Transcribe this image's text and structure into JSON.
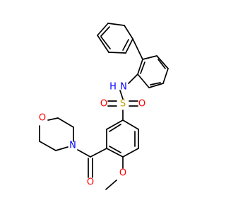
{
  "molecule": {
    "atoms": [
      {
        "symbol": "N",
        "label": "N",
        "color": "#0000ff"
      },
      {
        "symbol": "H",
        "label": "H",
        "color": "#0000ff"
      },
      {
        "symbol": "S",
        "label": "S",
        "color": "#c8a000"
      },
      {
        "symbol": "O",
        "label": "O",
        "color": "#ff0000"
      },
      {
        "symbol": "O",
        "label": "O",
        "color": "#ff0000"
      },
      {
        "symbol": "O",
        "label": "O",
        "color": "#ff0000"
      },
      {
        "symbol": "N",
        "label": "N",
        "color": "#0000ff"
      },
      {
        "symbol": "O",
        "label": "O",
        "color": "#ff0000"
      },
      {
        "symbol": "O",
        "label": "O",
        "color": "#ff0000"
      }
    ],
    "colors": {
      "bond": "#000000",
      "background": "#ffffff"
    }
  }
}
